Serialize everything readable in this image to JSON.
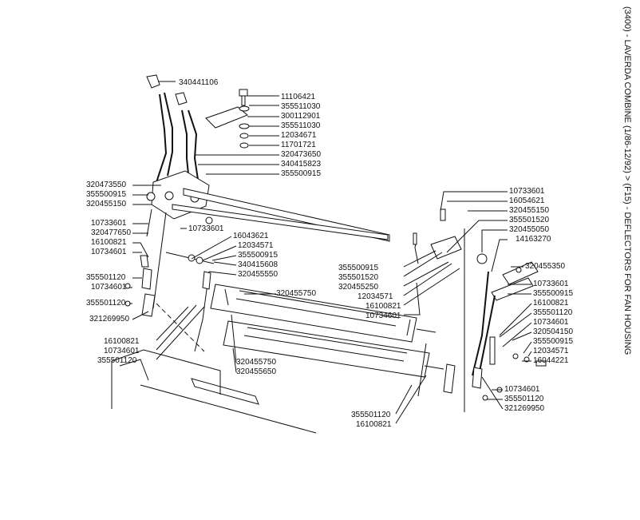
{
  "title": "(3400) - LAVERDA COMBINE (1/86-12/92) > (F15) - DEFLECTORS FOR FAN HOUSING",
  "labels": [
    "340441106",
    "11106421",
    "355511030",
    "300112901",
    "355511030",
    "12034671",
    "11701721",
    "320473650",
    "340415823",
    "355500915",
    "320473550",
    "355500915",
    "320455150",
    "10733601",
    "320477650",
    "16100821",
    "10734601",
    "10733601",
    "16043621",
    "12034571",
    "355500915",
    "340415608",
    "320455550",
    "355501120",
    "10734601",
    "355501120",
    "321269950",
    "320455750",
    "16100821",
    "10734601",
    "355501120",
    "320455750",
    "320455650",
    "10733601",
    "16054621",
    "320455150",
    "355501520",
    "320455050",
    "14163270",
    "355500915",
    "355501520",
    "320455250",
    "320455350",
    "12034571",
    "16100821",
    "10734601",
    "10733601",
    "355500915",
    "16100821",
    "355501120",
    "10734601",
    "320504150",
    "355500915",
    "12034571",
    "16044221",
    "10734601",
    "355501120",
    "321269950",
    "355501120",
    "16100821"
  ]
}
